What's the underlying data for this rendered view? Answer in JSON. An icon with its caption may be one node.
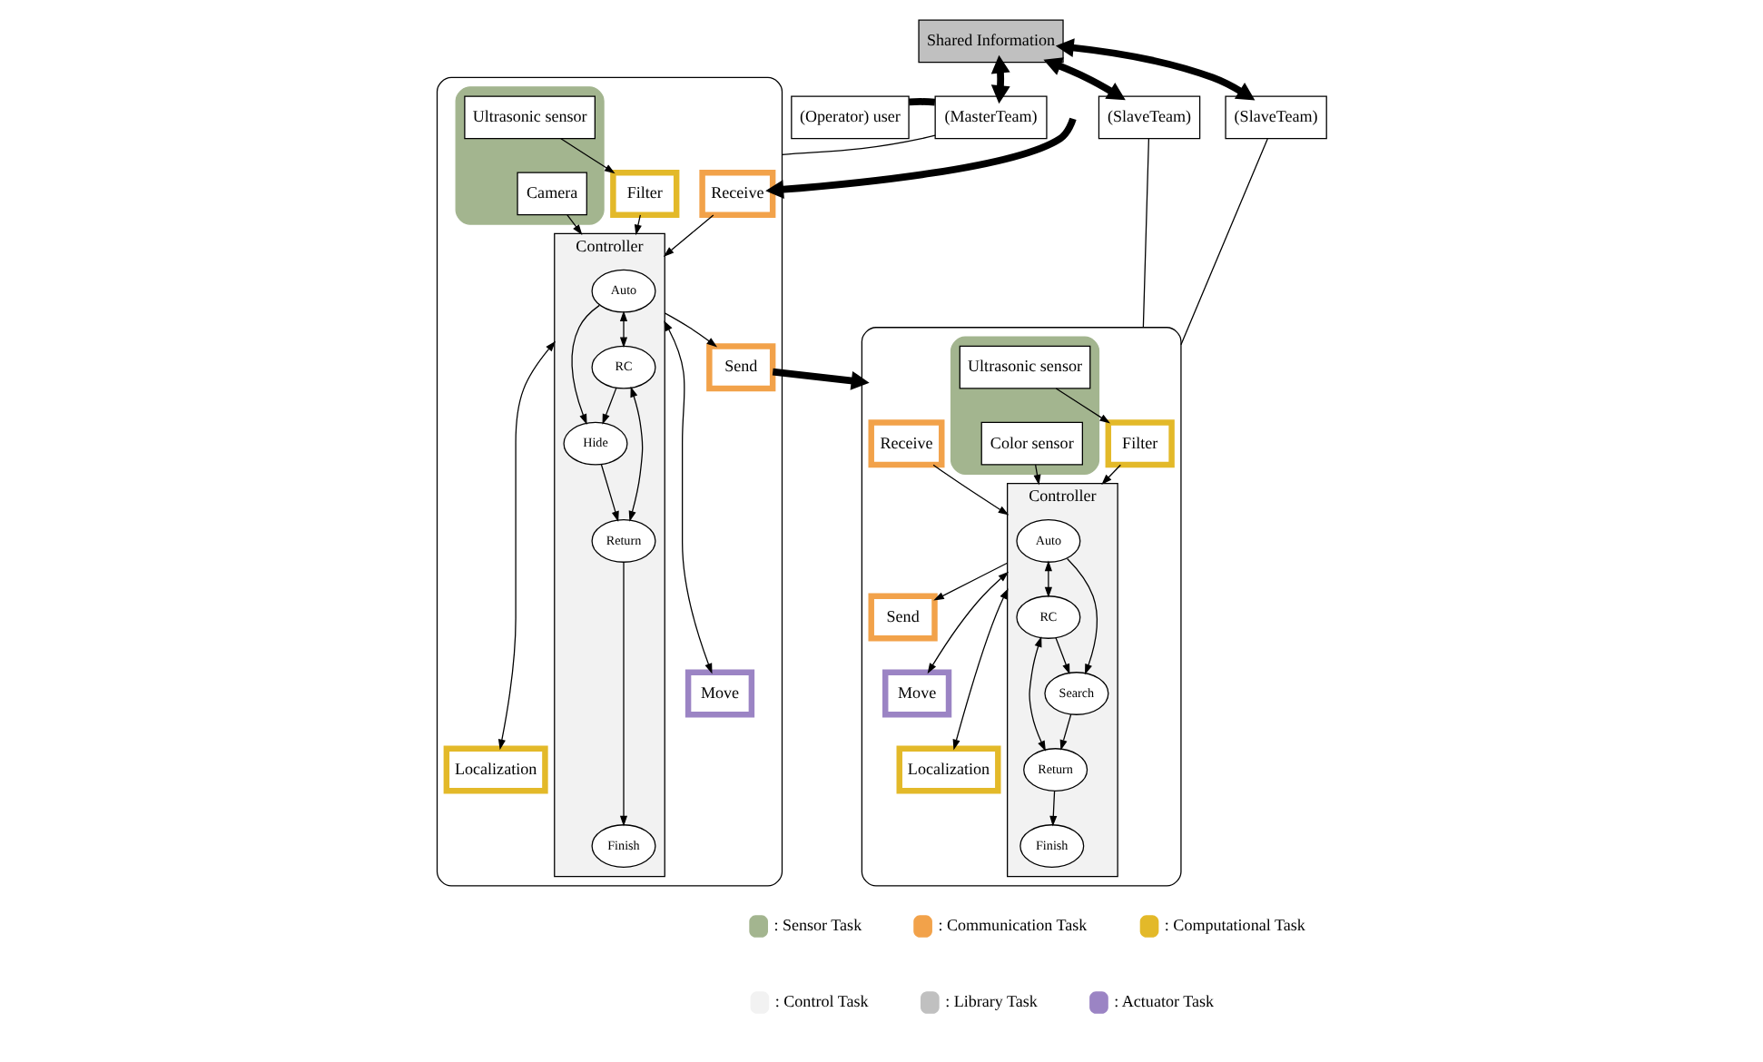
{
  "diagram": {
    "nodes": [
      {
        "text": [
          "Shared Information"
        ]
      },
      {
        "text": [
          "(Operator) user"
        ]
      },
      {
        "text": [
          "(MasterTeam)"
        ]
      },
      {
        "text": [
          "(SlaveTeam)"
        ]
      },
      {
        "text": [
          "(SlaveTeam)"
        ]
      },
      {
        "text": [],
        "shape": "box"
      },
      {
        "text": [
          "Filter"
        ],
        "in": 5
      },
      {
        "text": [],
        "shape": "box",
        "in": 5
      },
      {
        "text": [
          "Ultrasonic sensor"
        ],
        "in": 7
      },
      {
        "text": [
          "Camera"
        ],
        "in": 7
      },
      {
        "text": [
          "Receive"
        ],
        "in": 5
      },
      {
        "text": [
          "Controller"
        ],
        "in": 5
      },
      {
        "text": [
          "Auto"
        ],
        "in": 11
      },
      {
        "text": [
          "RC"
        ],
        "in": 11
      },
      {
        "text": [
          "Hide"
        ],
        "in": 11
      },
      {
        "text": [
          "Return"
        ],
        "in": 11
      },
      {
        "text": [
          "Finish"
        ],
        "in": 11
      },
      {
        "text": [
          "Move"
        ],
        "in": 5
      },
      {
        "text": [
          "Localization"
        ],
        "in": 5
      },
      {
        "text": [
          "Send"
        ],
        "in": 5
      },
      {
        "text": [],
        "shape": "box"
      },
      {
        "text": [
          "Filter"
        ],
        "in": 20
      },
      {
        "text": [],
        "shape": "box",
        "in": 20
      },
      {
        "text": [
          "Ultrasonic sensor"
        ],
        "in": 22
      },
      {
        "text": [
          "Color sensor"
        ],
        "in": 22
      },
      {
        "text": [
          "Receive"
        ],
        "in": 20
      },
      {
        "text": [
          "Controller"
        ],
        "in": 20
      },
      {
        "text": [
          "Auto"
        ],
        "in": 26
      },
      {
        "text": [
          "RC"
        ],
        "in": 26
      },
      {
        "text": [
          "Search"
        ],
        "in": 26
      },
      {
        "text": [
          "Return"
        ],
        "in": 26
      },
      {
        "text": [
          "Finish"
        ],
        "in": 26
      },
      {
        "text": [
          "Move"
        ],
        "in": 20
      },
      {
        "text": [
          "Localization"
        ],
        "in": 20
      },
      {
        "text": [
          "Send"
        ],
        "in": 20
      }
    ],
    "edges": [
      {
        "from": 2,
        "to": 0,
        "arrow": "both",
        "style": "thick"
      },
      {
        "from": 3,
        "to": 0,
        "arrow": "both",
        "style": "thick"
      },
      {
        "from": 4,
        "to": 0,
        "arrow": "both",
        "style": "thick"
      },
      {
        "from": 1,
        "to": 2,
        "arrow": "none",
        "style": "thick"
      },
      {
        "from": 2,
        "to": 5,
        "arrow": "none"
      },
      {
        "from": 3,
        "to": 20,
        "arrow": "none"
      },
      {
        "from": 4,
        "to": 20,
        "arrow": "none"
      },
      {
        "from": null,
        "to": 10,
        "arrow": "to",
        "style": "thick"
      },
      {
        "from": 19,
        "to": 20,
        "arrow": "to",
        "style": "thick"
      },
      {
        "from": 8,
        "to": 6,
        "arrow": "to"
      },
      {
        "from": 6,
        "to": 11,
        "arrow": "to"
      },
      {
        "from": 9,
        "to": 11,
        "arrow": "to"
      },
      {
        "from": 10,
        "to": 11,
        "arrow": "to"
      },
      {
        "from": 11,
        "to": 17,
        "arrow": "both"
      },
      {
        "from": 11,
        "to": 18,
        "arrow": "both"
      },
      {
        "from": 11,
        "to": 19,
        "arrow": "to"
      },
      {
        "from": 12,
        "to": 13,
        "arrow": "both"
      },
      {
        "from": 12,
        "to": 14,
        "arrow": "to"
      },
      {
        "from": 13,
        "to": 14,
        "arrow": "to"
      },
      {
        "from": 13,
        "to": 15,
        "arrow": "both"
      },
      {
        "from": 14,
        "to": 15,
        "arrow": "to"
      },
      {
        "from": 15,
        "to": 16,
        "arrow": "to"
      },
      {
        "from": 23,
        "to": 21,
        "arrow": "to"
      },
      {
        "from": 21,
        "to": 26,
        "arrow": "to"
      },
      {
        "from": 24,
        "to": 26,
        "arrow": "to"
      },
      {
        "from": 25,
        "to": 26,
        "arrow": "to"
      },
      {
        "from": 26,
        "to": 32,
        "arrow": "both"
      },
      {
        "from": 26,
        "to": 33,
        "arrow": "both"
      },
      {
        "from": 26,
        "to": 34,
        "arrow": "to"
      },
      {
        "from": 27,
        "to": 28,
        "arrow": "both"
      },
      {
        "from": 27,
        "to": 29,
        "arrow": "to"
      },
      {
        "from": 28,
        "to": 29,
        "arrow": "to"
      },
      {
        "from": 28,
        "to": 30,
        "arrow": "both"
      },
      {
        "from": 29,
        "to": 30,
        "arrow": "to"
      },
      {
        "from": 30,
        "to": 31,
        "arrow": "to"
      }
    ],
    "legend": [
      {
        "text": ": Sensor Task",
        "color": "#a3b58f"
      },
      {
        "text": ": Communication Task",
        "color": "#f2a24a"
      },
      {
        "text": ": Computational Task",
        "color": "#e3b929"
      },
      {
        "text": ": Control Task",
        "color": "#f2f2f2"
      },
      {
        "text": ": Library Task",
        "color": "#c0c0c0"
      },
      {
        "text": ": Actuator Task",
        "color": "#9b84c4"
      }
    ]
  }
}
